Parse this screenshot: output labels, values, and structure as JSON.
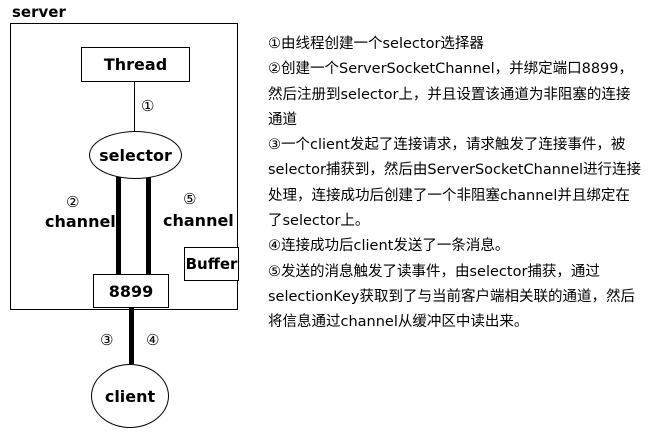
{
  "diagram": {
    "server_label": "server",
    "thread_label": "Thread",
    "selector_label": "selector",
    "port_label": "8899",
    "buffer_label": "Buffer",
    "client_label": "client",
    "left_channel_label": "channel",
    "right_channel_label": "channel",
    "markers": {
      "m1": "①",
      "m2": "②",
      "m3": "③",
      "m4": "④",
      "m5": "⑤"
    }
  },
  "description": {
    "lines": [
      "①由线程创建一个selector选择器",
      "②创建一个ServerSocketChannel，并绑定端口8899，",
      "然后注册到selector上，并且设置该通道为非阻塞的连接",
      "通道",
      "③一个client发起了连接请求，请求触发了连接事件，被",
      "selector捕获到，然后由ServerSocketChannel进行连接",
      "处理，连接成功后创建了一个非阻塞channel并且绑定在",
      "了selector上。",
      "④连接成功后client发送了一条消息。",
      "⑤发送的消息触发了读事件，由selector捕获，通过",
      "selectionKey获取到了与当前客户端相关联的通道，然后",
      "将信息通过channel从缓冲区中读出来。"
    ]
  }
}
